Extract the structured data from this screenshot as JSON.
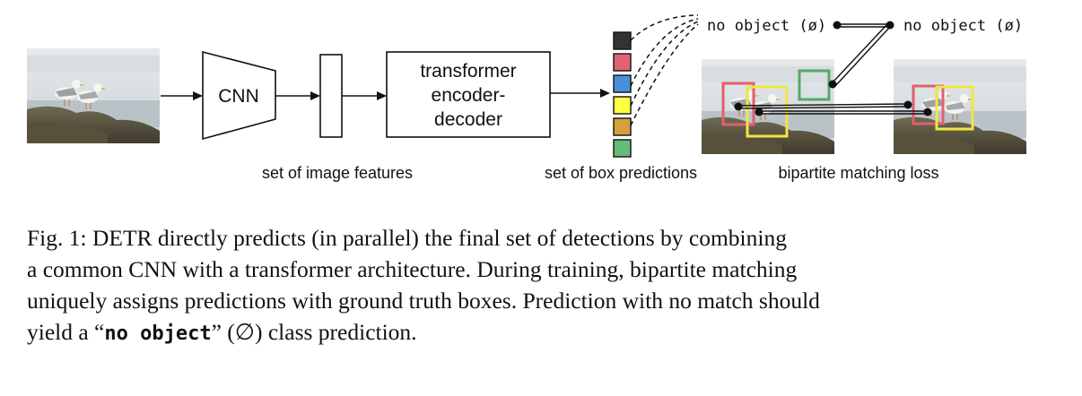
{
  "diagram": {
    "cnn_label": "CNN",
    "transformer_label_lines": [
      "transformer",
      "encoder-",
      "decoder"
    ],
    "features_label": "set of image features",
    "predictions_label": "set of box predictions",
    "matching_label": "bipartite matching loss",
    "no_object_left": "no object (ø)",
    "no_object_right": "no object (ø)",
    "prediction_slot_colors": [
      "#333333",
      "#e06470",
      "#4a90d9",
      "#ffff44",
      "#d4a040",
      "#66bb77"
    ],
    "box_colors": {
      "red": "#e0606c",
      "yellow": "#f2e544",
      "green": "#55aa66"
    }
  },
  "caption": {
    "line1": "Fig. 1: DETR directly predicts (in parallel) the final set of detections by combining",
    "line2": "a common CNN with a transformer architecture. During training, bipartite matching",
    "line3": "uniquely assigns predictions with ground truth boxes. Prediction with no match should",
    "line4_pre": "yield a “",
    "line4_mono": "no object",
    "line4_post": "” (∅) class prediction."
  }
}
